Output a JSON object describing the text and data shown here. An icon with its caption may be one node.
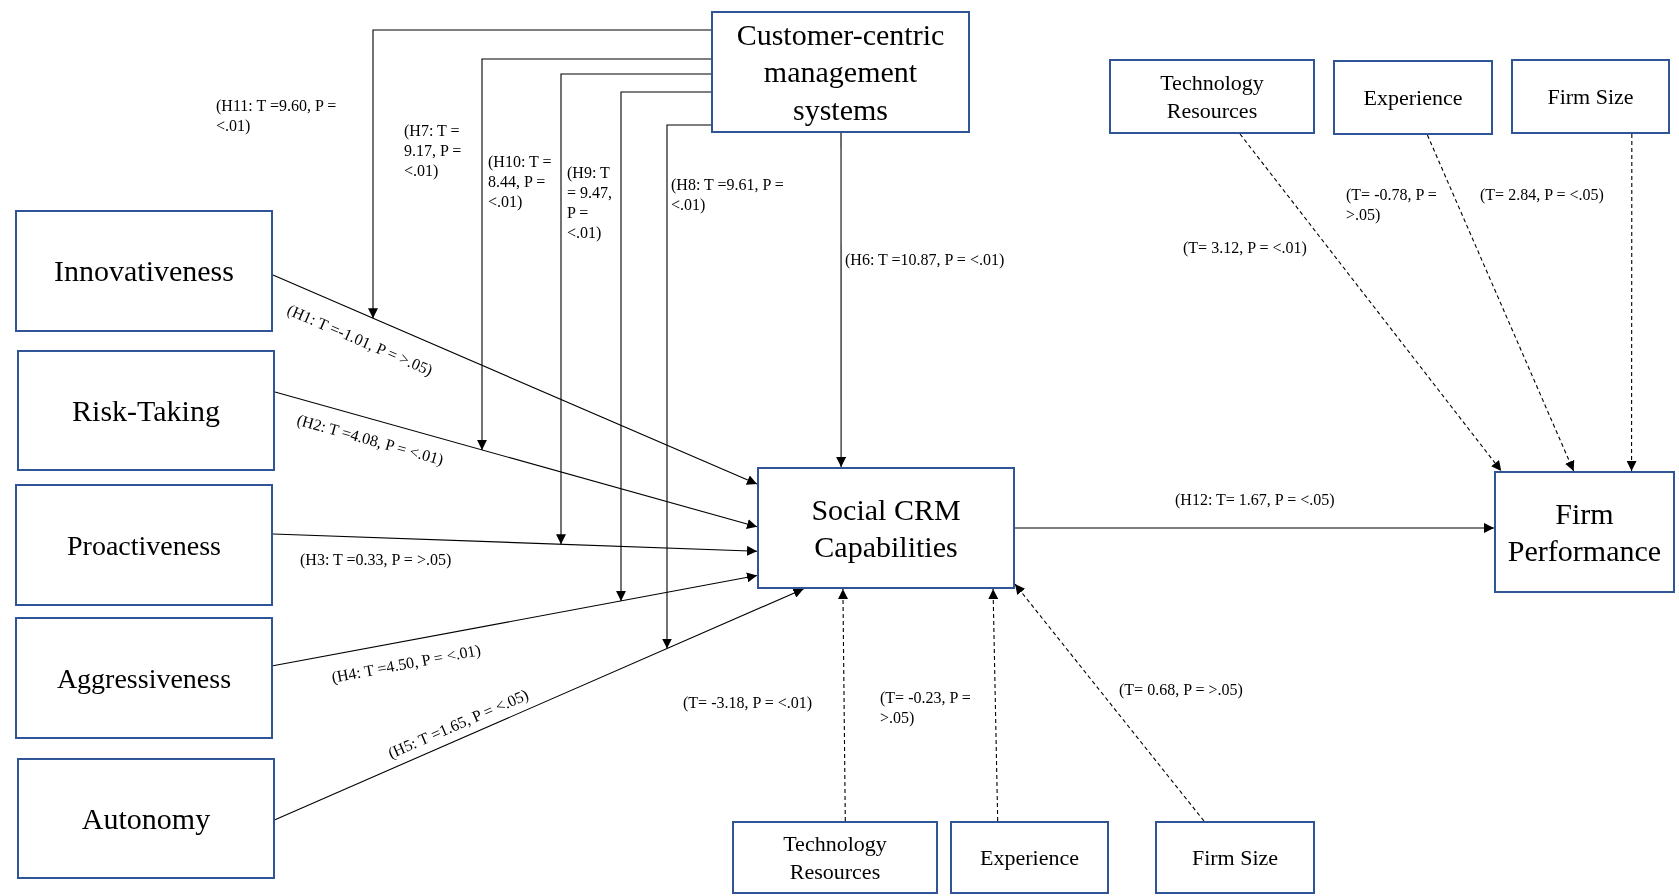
{
  "diagram": {
    "nodes": [
      {
        "text": [
          "Customer-centric management systems"
        ]
      },
      {
        "text": [
          "Innovativeness"
        ]
      },
      {
        "text": [
          "Risk-Taking"
        ]
      },
      {
        "text": [
          "Proactiveness"
        ]
      },
      {
        "text": [
          "Aggressiveness"
        ]
      },
      {
        "text": [
          "Autonomy"
        ]
      },
      {
        "text": [
          "Social CRM Capabilities"
        ]
      },
      {
        "text": [
          "Firm Performance"
        ]
      },
      {
        "text": [
          "Technology Resources"
        ]
      },
      {
        "text": [
          "Experience"
        ]
      },
      {
        "text": [
          "Firm Size"
        ]
      },
      {
        "text": [
          "Technology Resources"
        ]
      },
      {
        "text": [
          "Experience"
        ]
      },
      {
        "text": [
          "Firm Size"
        ]
      }
    ],
    "edges": [
      {
        "from": 1,
        "to": 6,
        "arrow": "to",
        "label": "(H1: T =-1.01, P = >.05)"
      },
      {
        "from": 2,
        "to": 6,
        "arrow": "to",
        "label": "(H2: T =4.08, P = <.01)"
      },
      {
        "from": 3,
        "to": 6,
        "arrow": "to",
        "label": "(H3: T =0.33, P = >.05)"
      },
      {
        "from": 4,
        "to": 6,
        "arrow": "to",
        "label": "(H4: T =4.50, P = <.01)"
      },
      {
        "from": 5,
        "to": 6,
        "arrow": "to",
        "label": "(H5: T =1.65, P = <.05)"
      },
      {
        "from": 0,
        "to": 6,
        "arrow": "to",
        "label": "(H6: T =10.87, P = <.01)"
      },
      {
        "from": 0,
        "to": null,
        "arrow": "to",
        "label": "(H11: T =9.60, P = <.01)"
      },
      {
        "from": 0,
        "to": null,
        "arrow": "to",
        "label": "(H7: T = 9.17, P = <.01)"
      },
      {
        "from": 0,
        "to": null,
        "arrow": "to",
        "label": "(H10: T = 8.44, P = <.01)"
      },
      {
        "from": 0,
        "to": null,
        "arrow": "to",
        "label": "(H9: T = 9.47, P = <.01)"
      },
      {
        "from": 0,
        "to": null,
        "arrow": "to",
        "label": "(H8: T =9.61, P = <.01)"
      },
      {
        "from": 6,
        "to": 7,
        "arrow": "to",
        "label": "(H12: T= 1.67, P = <.05)"
      },
      {
        "from": 8,
        "to": 7,
        "arrow": "to",
        "style": "dashed",
        "label": "(T= 3.12, P = <.01)"
      },
      {
        "from": 9,
        "to": 7,
        "arrow": "to",
        "style": "dashed",
        "label": "(T= -0.78, P = >.05)"
      },
      {
        "from": 10,
        "to": 7,
        "arrow": "to",
        "style": "dashed",
        "label": "(T= 2.84, P = <.05)"
      },
      {
        "from": 11,
        "to": 6,
        "arrow": "to",
        "style": "dashed",
        "label": "(T= -3.18, P = <.01)"
      },
      {
        "from": 12,
        "to": 6,
        "arrow": "to",
        "style": "dashed",
        "label": "(T= -0.23, P = >.05)"
      },
      {
        "from": 13,
        "to": 6,
        "arrow": "to",
        "style": "dashed",
        "label": "(T= 0.68, P = >.05)"
      }
    ]
  }
}
